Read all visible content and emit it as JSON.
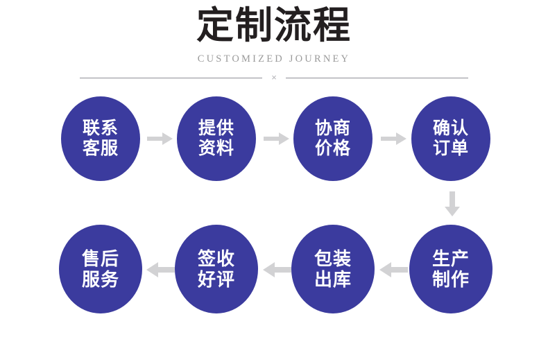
{
  "header": {
    "title": "定制流程",
    "subtitle": "CUSTOMIZED JOURNEY",
    "divider_mark": "×"
  },
  "colors": {
    "node_fill": "#3b3b9e",
    "node_text": "#ffffff",
    "title_text": "#231f20",
    "subtitle_text": "#9a9a9a",
    "arrow": "#d2d2d4",
    "divider_line": "#8e8e96",
    "background": "#ffffff"
  },
  "flow": {
    "rows": [
      {
        "direction": "right",
        "nodes": [
          {
            "label": "联系\n客服",
            "step": 1
          },
          {
            "label": "提供\n资料",
            "step": 2
          },
          {
            "label": "协商\n价格",
            "step": 3
          },
          {
            "label": "确认\n订单",
            "step": 4
          }
        ]
      },
      {
        "direction": "left",
        "nodes": [
          {
            "label": "售后\n服务",
            "step": 8
          },
          {
            "label": "签收\n好评",
            "step": 7
          },
          {
            "label": "包装\n出库",
            "step": 6
          },
          {
            "label": "生产\n制作",
            "step": 5
          }
        ]
      }
    ],
    "connector_down": "arrow-down"
  }
}
